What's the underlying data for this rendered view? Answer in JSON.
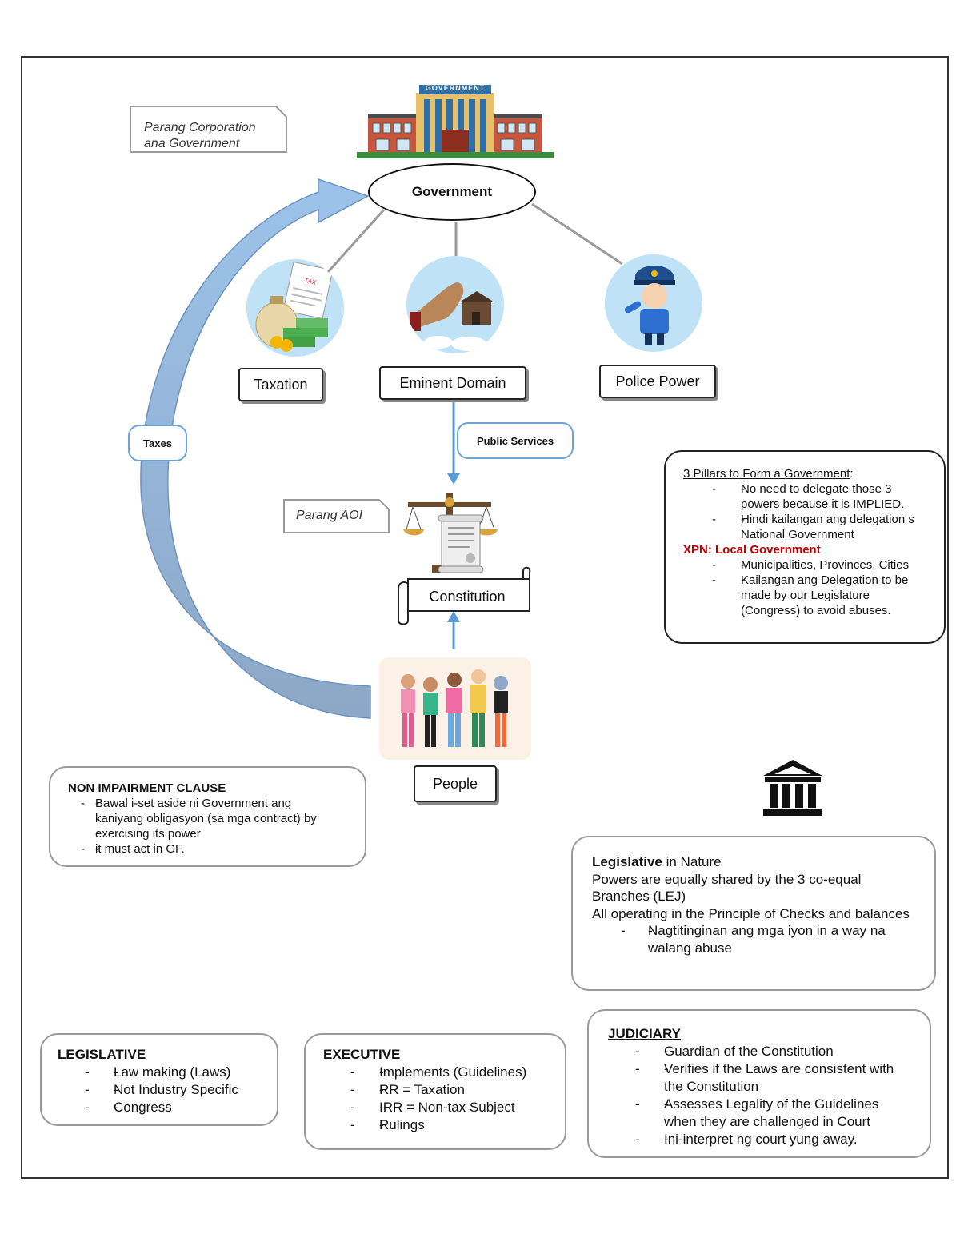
{
  "notes": {
    "corporation": "Parang Corporation ana Government",
    "aoi": "Parang AOI"
  },
  "government_building_sign": "GOVERNMENT",
  "nodes": {
    "government": "Government",
    "taxation": "Taxation",
    "eminent_domain": "Eminent Domain",
    "police_power": "Police Power",
    "constitution": "Constitution",
    "people": "People"
  },
  "pills": {
    "taxes": "Taxes",
    "public_services": "Public Services"
  },
  "pillars_box": {
    "title": "3 Pillars to Form a Government",
    "title_suffix": ":",
    "items": [
      "No need to delegate those 3 powers because it is IMPLIED.",
      "Hindi kailangan ang delegation s National Government"
    ],
    "exception": "XPN: Local Government",
    "exception_items": [
      "Municipalities, Provinces, Cities",
      "Kailangan ang Delegation to be made by our Legislature (Congress) to avoid abuses."
    ]
  },
  "non_impairment": {
    "title": "NON IMPAIRMENT CLAUSE",
    "items": [
      "Bawal i-set aside ni Government ang kaniyang obligasyon (sa mga contract) by exercising its power",
      "it must act in GF."
    ]
  },
  "legislative_nature": {
    "bold": "Legislative",
    "rest": " in Nature",
    "line1": "Powers are equally shared by the 3 co-equal Branches (LEJ)",
    "line2": "All operating in the Principle of Checks and balances",
    "items": [
      "Nagtitinginan ang mga iyon in a way na walang abuse"
    ]
  },
  "branches": {
    "legislative": {
      "title": "LEGISLATIVE",
      "items": [
        "Law making (Laws)",
        "Not Industry Specific",
        "Congress"
      ]
    },
    "executive": {
      "title": "EXECUTIVE",
      "items": [
        "Implements (Guidelines)",
        "RR = Taxation",
        "IRR = Non-tax Subject",
        "Rulings"
      ]
    },
    "judiciary": {
      "title": "JUDICIARY",
      "items": [
        "Guardian of the Constitution",
        "Verifies if the Laws are consistent with the Constitution",
        "Assesses Legality of the Guidelines when they are challenged in Court",
        "Ini-interpret ng court yung away."
      ]
    }
  },
  "icons": {
    "government_building": "government-building-icon",
    "tax_money": "tax-money-icon",
    "hand_house": "hand-holding-house-icon",
    "police": "police-officer-icon",
    "scales": "scales-of-justice-icon",
    "scroll": "scroll-icon",
    "people_group": "people-group-icon",
    "courthouse": "courthouse-icon"
  },
  "colors": {
    "arrow_blue": "#5b9bd5",
    "exception_red": "#c00000",
    "circle_bg": "#bfe2f6"
  }
}
